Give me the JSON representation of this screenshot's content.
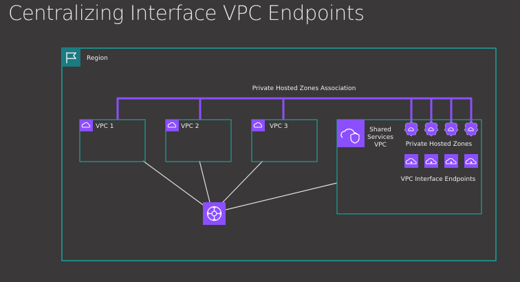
{
  "title": "Centralizing Interface VPC Endpoints",
  "region": {
    "label": "Region"
  },
  "association": {
    "label": "Private Hosted  Zones Association"
  },
  "vpcs": [
    {
      "label": "VPC 1"
    },
    {
      "label": "VPC 2"
    },
    {
      "label": "VPC 3"
    }
  ],
  "shared_services": {
    "lines": [
      "Shared",
      "Services",
      "VPC"
    ]
  },
  "private_hosted_zones": {
    "label": "Private Hosted  Zones"
  },
  "interface_endpoints": {
    "label": "VPC Interface Endpoints"
  },
  "colors": {
    "background": "#3a3838",
    "region_border": "#1ba39c",
    "purple": "#8c4fff",
    "line": "#e6e6e6",
    "box_border": "#1ba39c"
  },
  "icons": {
    "region": "region-flag-icon",
    "vpc": "cloud-lock-icon",
    "shared_services": "cloud-shield-icon",
    "hosted_zone": "hosted-zone-shield-icon",
    "endpoint": "cloud-endpoint-icon",
    "transit_gateway": "transit-gateway-icon"
  }
}
